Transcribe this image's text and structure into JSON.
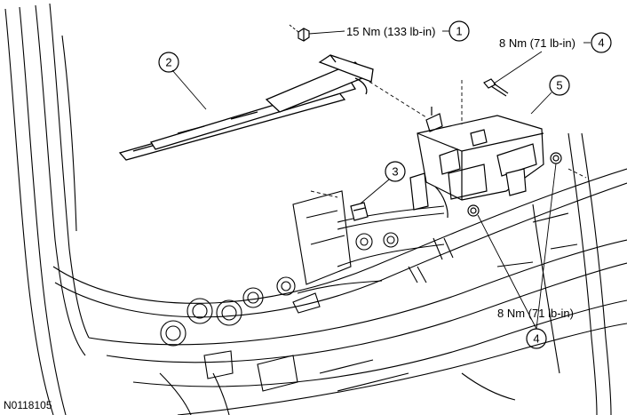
{
  "figure_id": "N0118105",
  "callouts": [
    {
      "num": "1",
      "spec": "15 Nm (133 lb-in)"
    },
    {
      "num": "2",
      "spec": ""
    },
    {
      "num": "3",
      "spec": ""
    },
    {
      "num": "4",
      "spec": "8 Nm (71 lb-in)"
    },
    {
      "num": "5",
      "spec": ""
    },
    {
      "num": "4",
      "spec": "8 Nm (71 lb-in)"
    }
  ]
}
